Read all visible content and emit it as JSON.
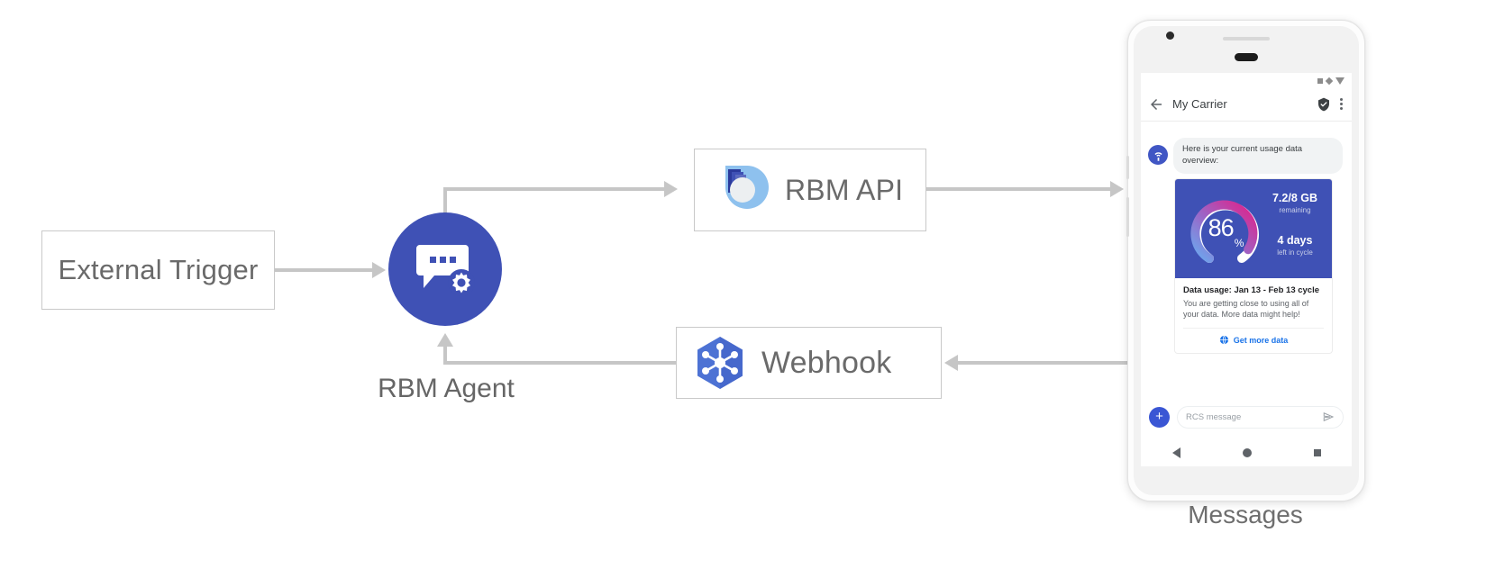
{
  "diagram": {
    "nodes": {
      "external_trigger": {
        "label": "External Trigger",
        "name": "external-trigger"
      },
      "rbm_agent": {
        "label": "RBM Agent",
        "icon": "chat-bubble-gear-icon",
        "color": "#3f51b5"
      },
      "rbm_api": {
        "label": "RBM API",
        "icon": "rbm-api-icon"
      },
      "webhook": {
        "label": "Webhook",
        "icon": "cloud-functions-hexagon-icon",
        "color": "#4d72d4"
      },
      "device": {
        "caption": "Messages"
      }
    }
  },
  "phone": {
    "status_bar": {
      "icons": [
        "square-icon",
        "diamond-icon",
        "triangle-down-icon"
      ]
    },
    "app_bar": {
      "back_icon": "back-arrow-icon",
      "title": "My Carrier",
      "verified_icon": "verified-shield-icon",
      "overflow_icon": "overflow-menu-icon"
    },
    "conversation": {
      "bot_avatar_icon": "carrier-bot-avatar-icon",
      "bot_message": "Here is your current usage data overview:"
    },
    "rich_card": {
      "hero_bg": "#3f51b5",
      "gauge": {
        "value": "86",
        "unit": "%",
        "percent": 86,
        "gradient_from": "#6ba9ef",
        "gradient_to": "#e0218a",
        "track": "#ffffff"
      },
      "stats": [
        {
          "value": "7.2/8 GB",
          "caption": "remaining"
        },
        {
          "value": "4 days",
          "caption": "left in cycle"
        }
      ],
      "title": "Data usage: Jan 13 - Feb 13 cycle",
      "description": "You are getting close to using all of your data. More data might help!",
      "action": {
        "icon": "globe-icon",
        "label": "Get more data",
        "color": "#1a73e8"
      }
    },
    "composer": {
      "plus_icon": "plus-icon",
      "placeholder": "RCS message",
      "send_icon": "send-icon"
    },
    "nav_bar": {
      "back_icon": "nav-back-icon",
      "home_icon": "nav-home-icon",
      "recents_icon": "nav-recents-icon"
    }
  }
}
